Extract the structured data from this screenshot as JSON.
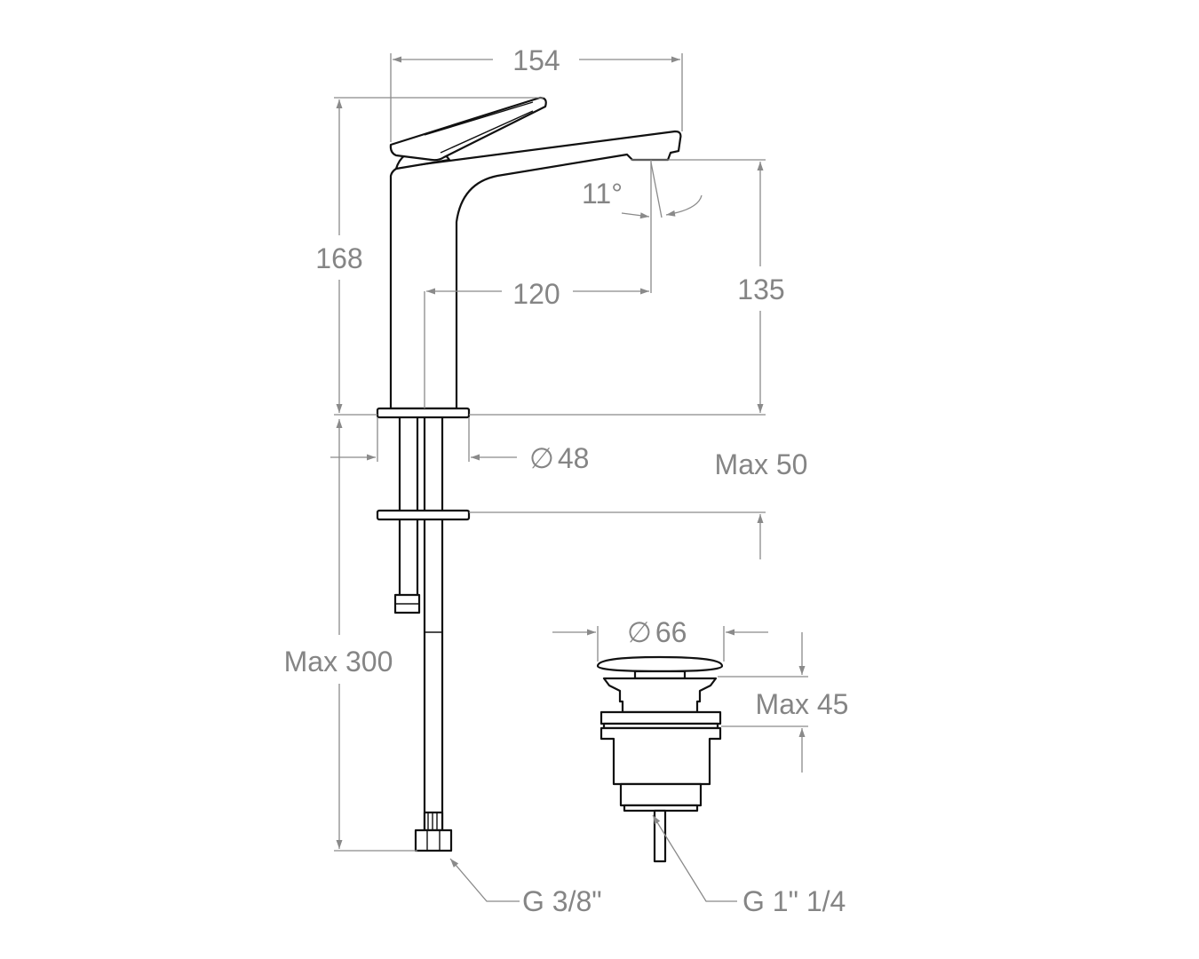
{
  "dimensions": {
    "spout_reach_total": "154",
    "total_height": "168",
    "spout_angle": "11°",
    "spout_reach": "120",
    "spout_height": "135",
    "base_diameter": "48",
    "max_deck_thickness": "Max 50",
    "max_hose_length": "Max 300",
    "drain_diameter": "66",
    "drain_max_thickness": "Max 45",
    "inlet_thread": "G 3/8\"",
    "drain_thread": "G 1\" 1/4"
  },
  "diameter_symbol": "∅",
  "colors": {
    "dimension": "#8a8a8a",
    "outline": "#111111"
  }
}
